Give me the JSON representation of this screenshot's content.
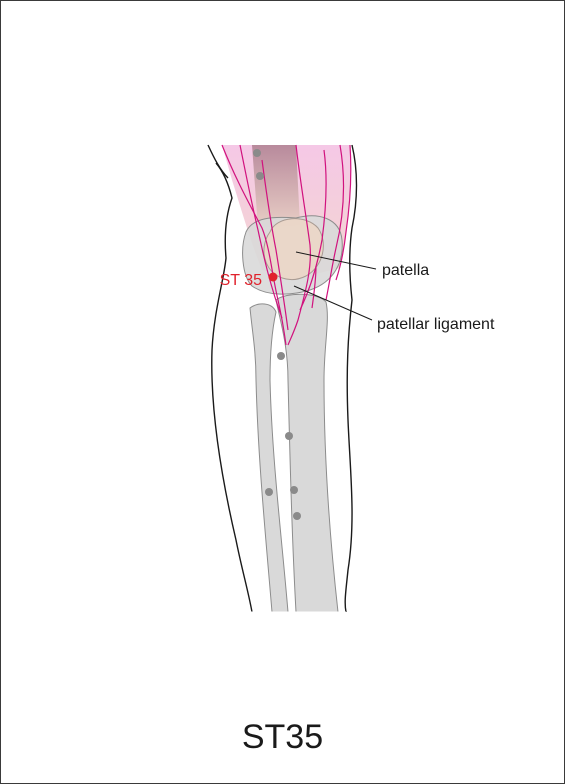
{
  "labels": {
    "point": "ST 35",
    "patella": "patella",
    "ligament": "patellar ligament"
  },
  "caption": "ST35",
  "colors": {
    "point": "#e0222c",
    "muscle": "#f4c9e6",
    "muscle_line": "#d1127e",
    "bone": "#d9d9d9",
    "bone_outline": "#8c8c8c",
    "marker": "#8a8a8a",
    "outline": "#1a1a1a"
  }
}
